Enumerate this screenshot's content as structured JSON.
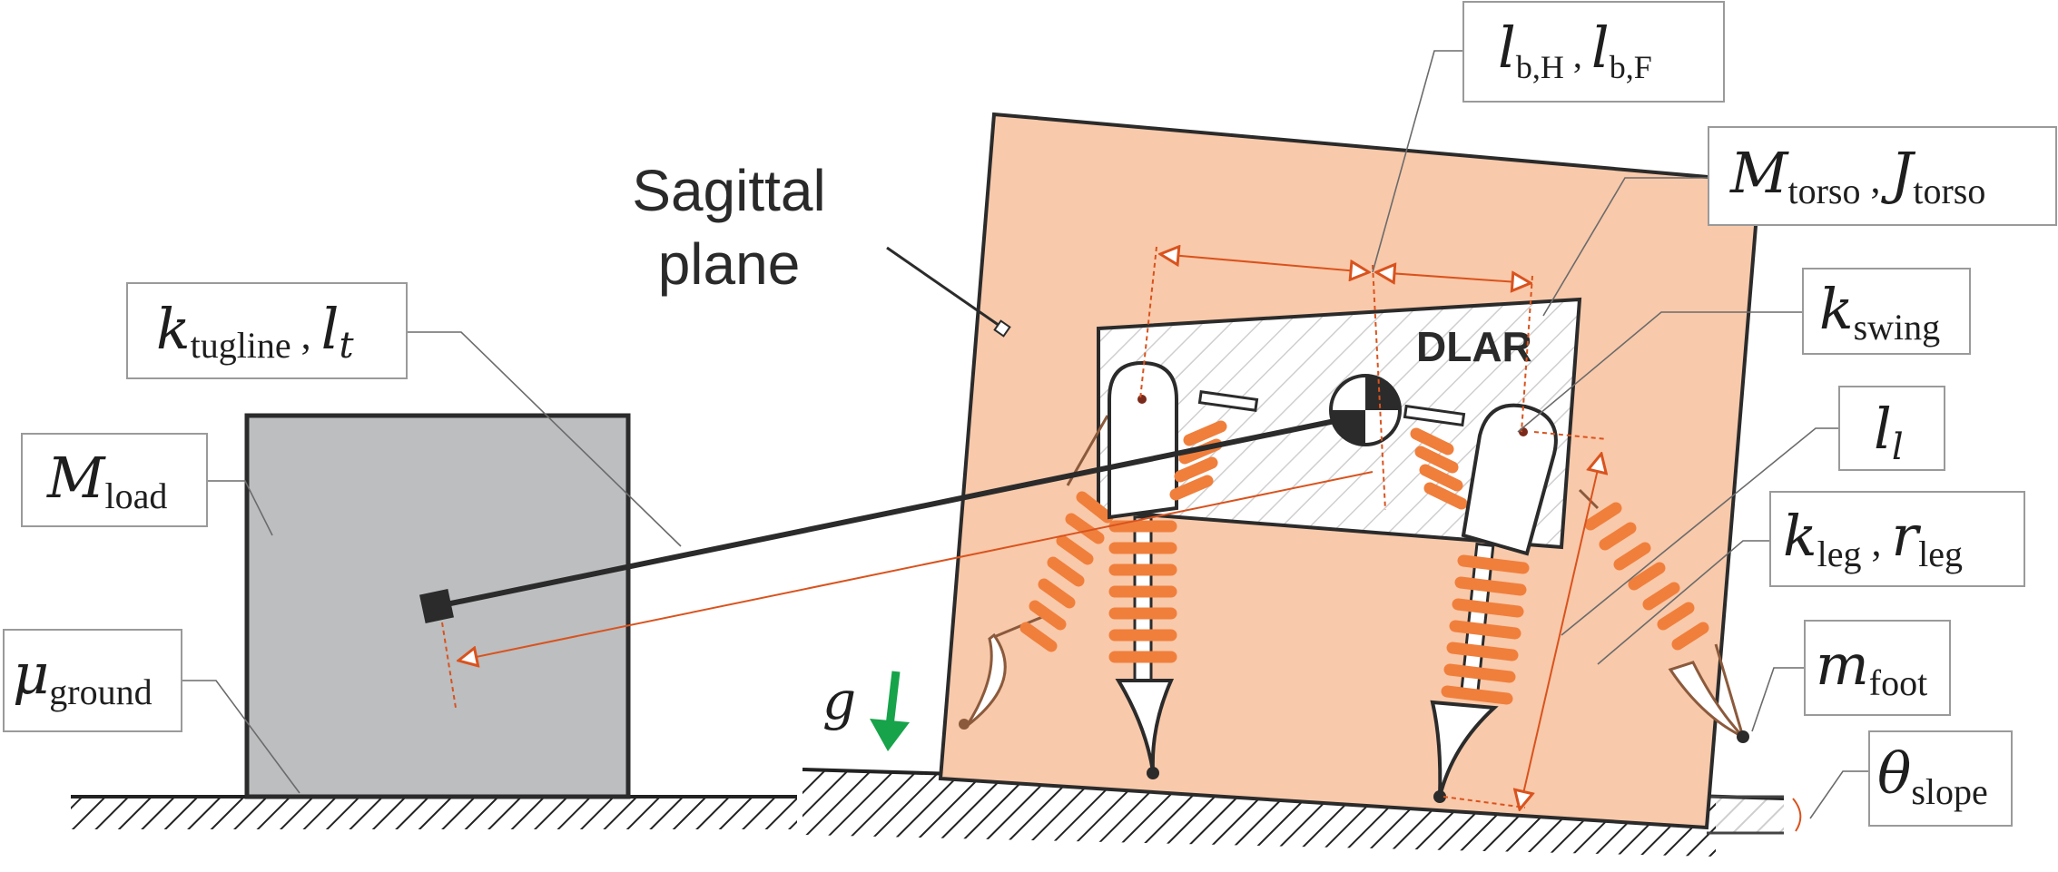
{
  "diagram": {
    "plane_label": {
      "line1": "Sagittal",
      "line2": "plane"
    },
    "logo_text": "DLAR",
    "gravity_symbol": "g",
    "labels": {
      "ktugline": {
        "sym": "k",
        "sub": "tugline",
        "sep": " , ",
        "sym2": "l",
        "sub2": "t"
      },
      "mload": {
        "sym": "M",
        "sub": "load"
      },
      "mu": {
        "sym": "μ",
        "sub": "ground"
      },
      "lb": {
        "sym": "l",
        "sub": "b,H",
        "sep": " ,  ",
        "sym2": "l",
        "sub2": "b,F"
      },
      "mtorso": {
        "sym": "M",
        "sub": "torso",
        "sep": " , ",
        "sym2": "J",
        "sub2": "torso"
      },
      "kswing": {
        "sym": "k",
        "sub": "swing"
      },
      "ll": {
        "sym": "l",
        "sub": "l"
      },
      "kleg": {
        "sym": "k",
        "sub": "leg",
        "sep": " , ",
        "sym2": "r",
        "sub2": "leg"
      },
      "mfoot": {
        "sym": "m",
        "sub": "foot"
      },
      "theta": {
        "sym": "θ",
        "sub": "slope"
      }
    },
    "colors": {
      "plane_fill": "#f8c9aa",
      "load_fill": "#bcbec0",
      "spring": "#f07f3c",
      "dimension": "#d9531e",
      "gravity_arrow": "#17a34a",
      "outline": "#2b2b2b"
    }
  }
}
